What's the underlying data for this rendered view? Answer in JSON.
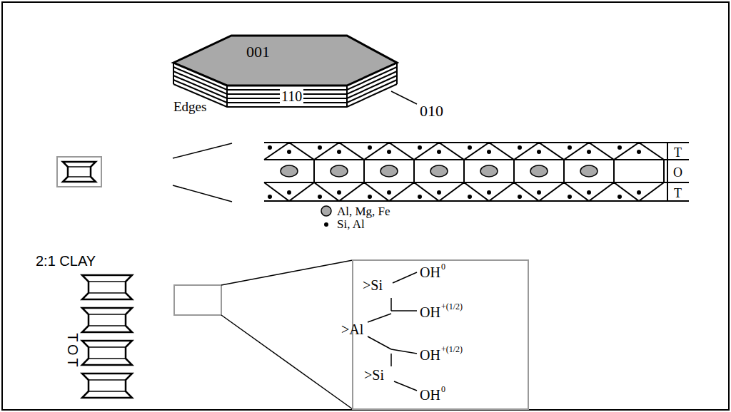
{
  "diagram": {
    "labels": [
      "001",
      "110",
      "010",
      "Edges",
      "T",
      "O",
      "T",
      "2:1 CLAY",
      "TOT",
      ">Si",
      "OH",
      "0",
      "OH",
      "+(1/2)",
      ">Al",
      "OH",
      "+(1/2)",
      ">Si",
      "OH",
      "0"
    ],
    "legend": [
      {
        "text": "Al, Mg, Fe"
      },
      {
        "text": "Si, Al"
      }
    ]
  }
}
